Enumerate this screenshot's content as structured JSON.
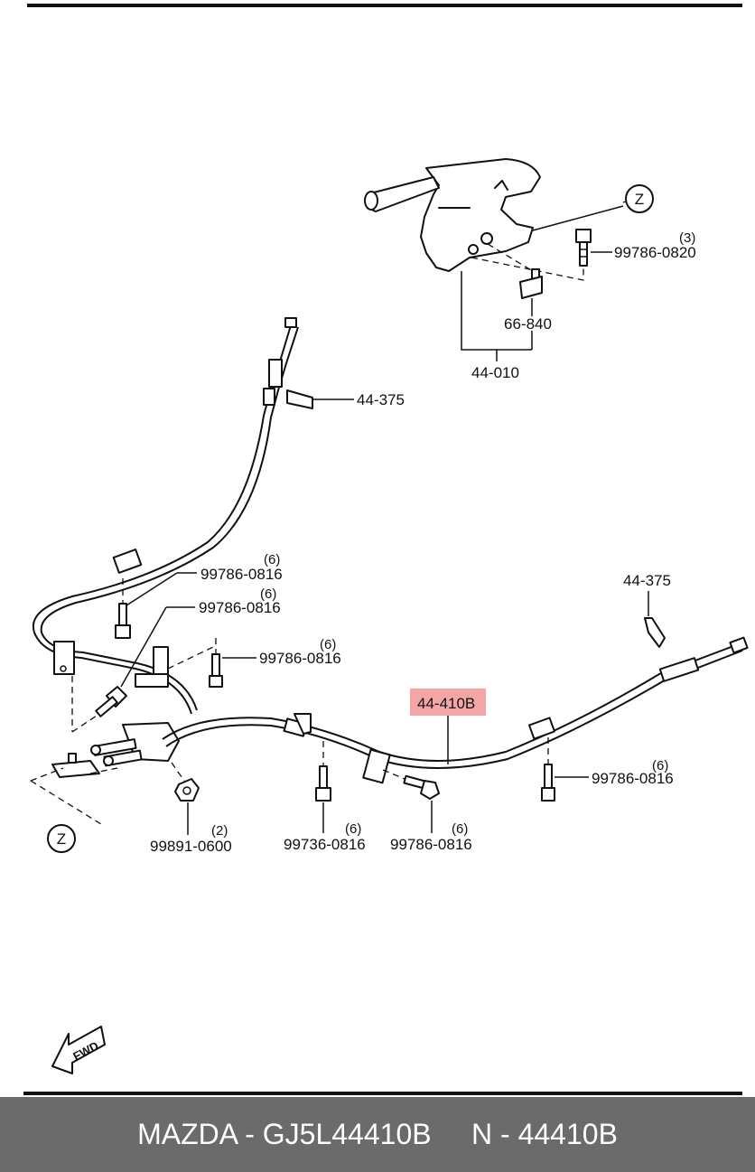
{
  "labels": {
    "lever_assembly": "44-010",
    "bolt_top": "99786-0820",
    "bolt_top_qty": "(3)",
    "switch": "66-840",
    "bracket_left": "44-375",
    "bracket_right": "44-375",
    "bolt_a": "99786-0816",
    "bolt_a_qty": "(6)",
    "bolt_b": "99786-0816",
    "bolt_b_qty": "(6)",
    "bolt_c": "99786-0816",
    "bolt_c_qty": "(6)",
    "main_cable": "44-410B",
    "bolt_d": "99786-0816",
    "bolt_d_qty": "(6)",
    "nut": "99891-0600",
    "nut_qty": "(2)",
    "bolt_e": "99736-0816",
    "bolt_e_qty": "(6)",
    "bolt_f": "99786-0816",
    "bolt_f_qty": "(6)",
    "ref_z_top": "Z",
    "ref_z_bottom": "Z",
    "fwd": "FWD"
  },
  "colors": {
    "highlight": "#f4a6a6",
    "footer_bg": "#6b6b6b",
    "footer_text": "#ffffff"
  },
  "footer": {
    "text": "MAZDA - GJ5L44410B     N - 44410B"
  }
}
